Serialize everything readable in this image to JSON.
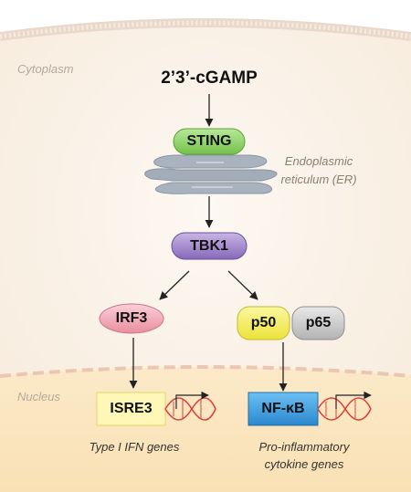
{
  "labels": {
    "cytoplasm": "Cytoplasm",
    "nucleus": "Nucleus",
    "er": "Endoplasmic reticulum (ER)"
  },
  "nodes": {
    "ligand": "2’3’-cGAMP",
    "sting": "STING",
    "tbk1": "TBK1",
    "irf3": "IRF3",
    "p50": "p50",
    "p65": "p65",
    "isre3": "ISRE3",
    "nfkb": "NF-κB"
  },
  "genes": {
    "left": "Type I IFN genes",
    "right": "Pro-inflammatory cytokine genes"
  },
  "colors": {
    "sting": "#8ed26a",
    "tbk1": "#9a7fc4",
    "irf3": "#f2a7b4",
    "p50": "#f5ef5a",
    "p65": "#c8c8c8",
    "isre3": "#fff5a0",
    "nfkb": "#3f9de0",
    "dna": "#d9443a",
    "er": "#a8b1bd"
  }
}
